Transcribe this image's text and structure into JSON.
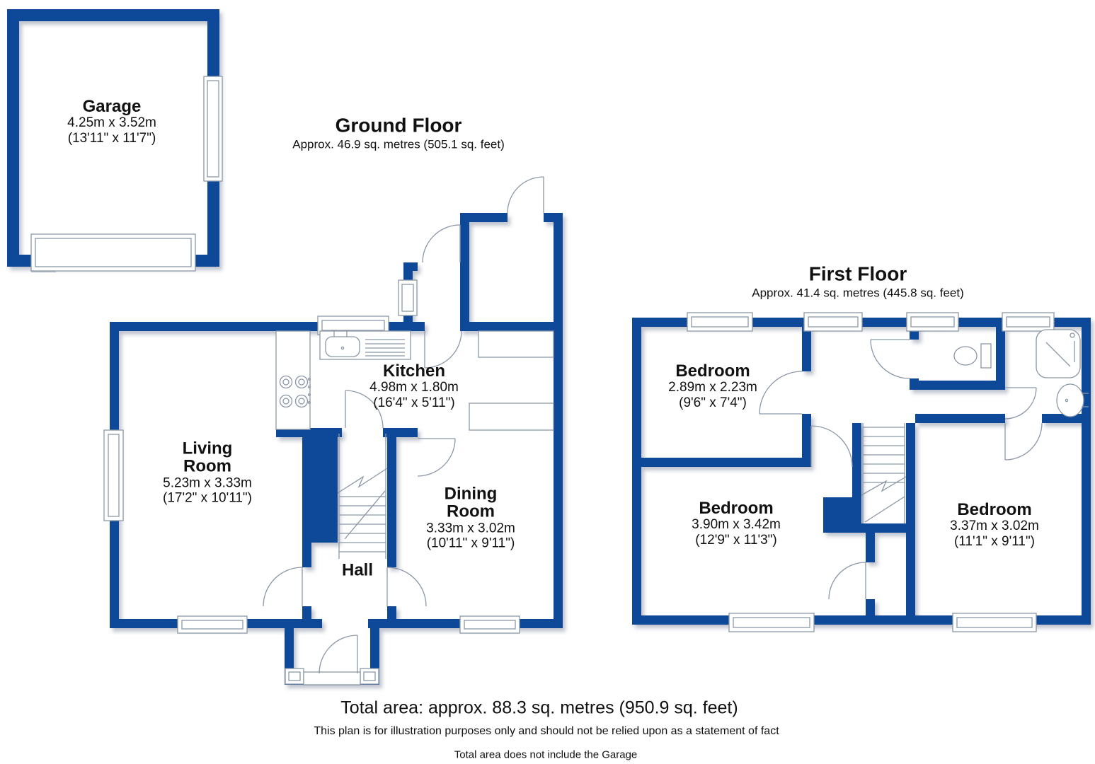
{
  "colors": {
    "wall": "#0d4899",
    "line": "#8b97a6",
    "text": "#111111"
  },
  "garage": {
    "label": "Garage",
    "metric": "4.25m x 3.52m",
    "imperial": "(13'11\" x 11'7\")"
  },
  "ground_floor": {
    "title": "Ground Floor",
    "subtitle": "Approx. 46.9 sq. metres (505.1 sq. feet)",
    "rooms": {
      "kitchen": {
        "label": "Kitchen",
        "metric": "4.98m x 1.80m",
        "imperial": "(16'4\" x 5'11\")"
      },
      "living": {
        "label": "Living Room",
        "metric": "5.23m x 3.33m",
        "imperial": "(17'2\" x 10'11\")"
      },
      "dining": {
        "label": "Dining Room",
        "metric": "3.33m x 3.02m",
        "imperial": "(10'11\" x 9'11\")"
      },
      "hall": {
        "label": "Hall"
      }
    }
  },
  "first_floor": {
    "title": "First Floor",
    "subtitle": "Approx. 41.4 sq. metres (445.8 sq. feet)",
    "rooms": {
      "bedroom1": {
        "label": "Bedroom",
        "metric": "2.89m x 2.23m",
        "imperial": "(9'6\" x 7'4\")"
      },
      "bedroom2": {
        "label": "Bedroom",
        "metric": "3.90m x 3.42m",
        "imperial": "(12'9\" x 11'3\")"
      },
      "bedroom3": {
        "label": "Bedroom",
        "metric": "3.37m x 3.02m",
        "imperial": "(11'1\" x 9'11\")"
      }
    }
  },
  "footer": {
    "total": "Total area: approx. 88.3 sq. metres (950.9 sq. feet)",
    "disclaimer": "This plan is for illustration purposes only and should not be relied upon as a statement of fact",
    "note": "Total area does not include the Garage"
  }
}
